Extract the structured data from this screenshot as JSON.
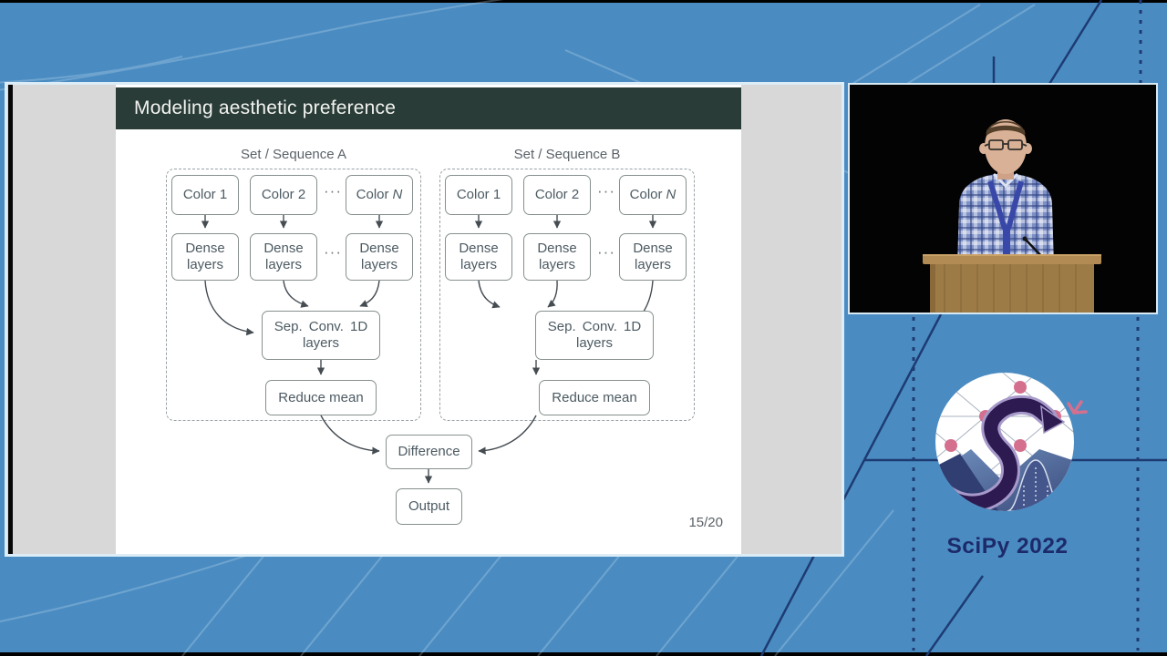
{
  "slide": {
    "title": "Modeling aesthetic preference",
    "page_number": "15/20",
    "diagram": {
      "group_a": {
        "label": "Set / Sequence A"
      },
      "group_b": {
        "label": "Set / Sequence B"
      },
      "color1": "Color 1",
      "color2": "Color 2",
      "colorN_prefix": "Color",
      "colorN_suffix": "N",
      "dots": "···",
      "dense_line1": "Dense",
      "dense_line2": "layers",
      "sepconv_line1": "Sep. Conv. 1D",
      "sepconv_line2": "layers",
      "reduce_mean": "Reduce mean",
      "difference": "Difference",
      "output": "Output"
    }
  },
  "logo": {
    "caption": "SciPy 2022"
  },
  "colors": {
    "background_blue": "#4a8cc2",
    "slide_header": "#293c37",
    "decor_navy": "#1d3b72",
    "logo_pink": "#d4708e",
    "logo_snake": "#2c1a50",
    "caption_navy": "#1d2a6a"
  }
}
